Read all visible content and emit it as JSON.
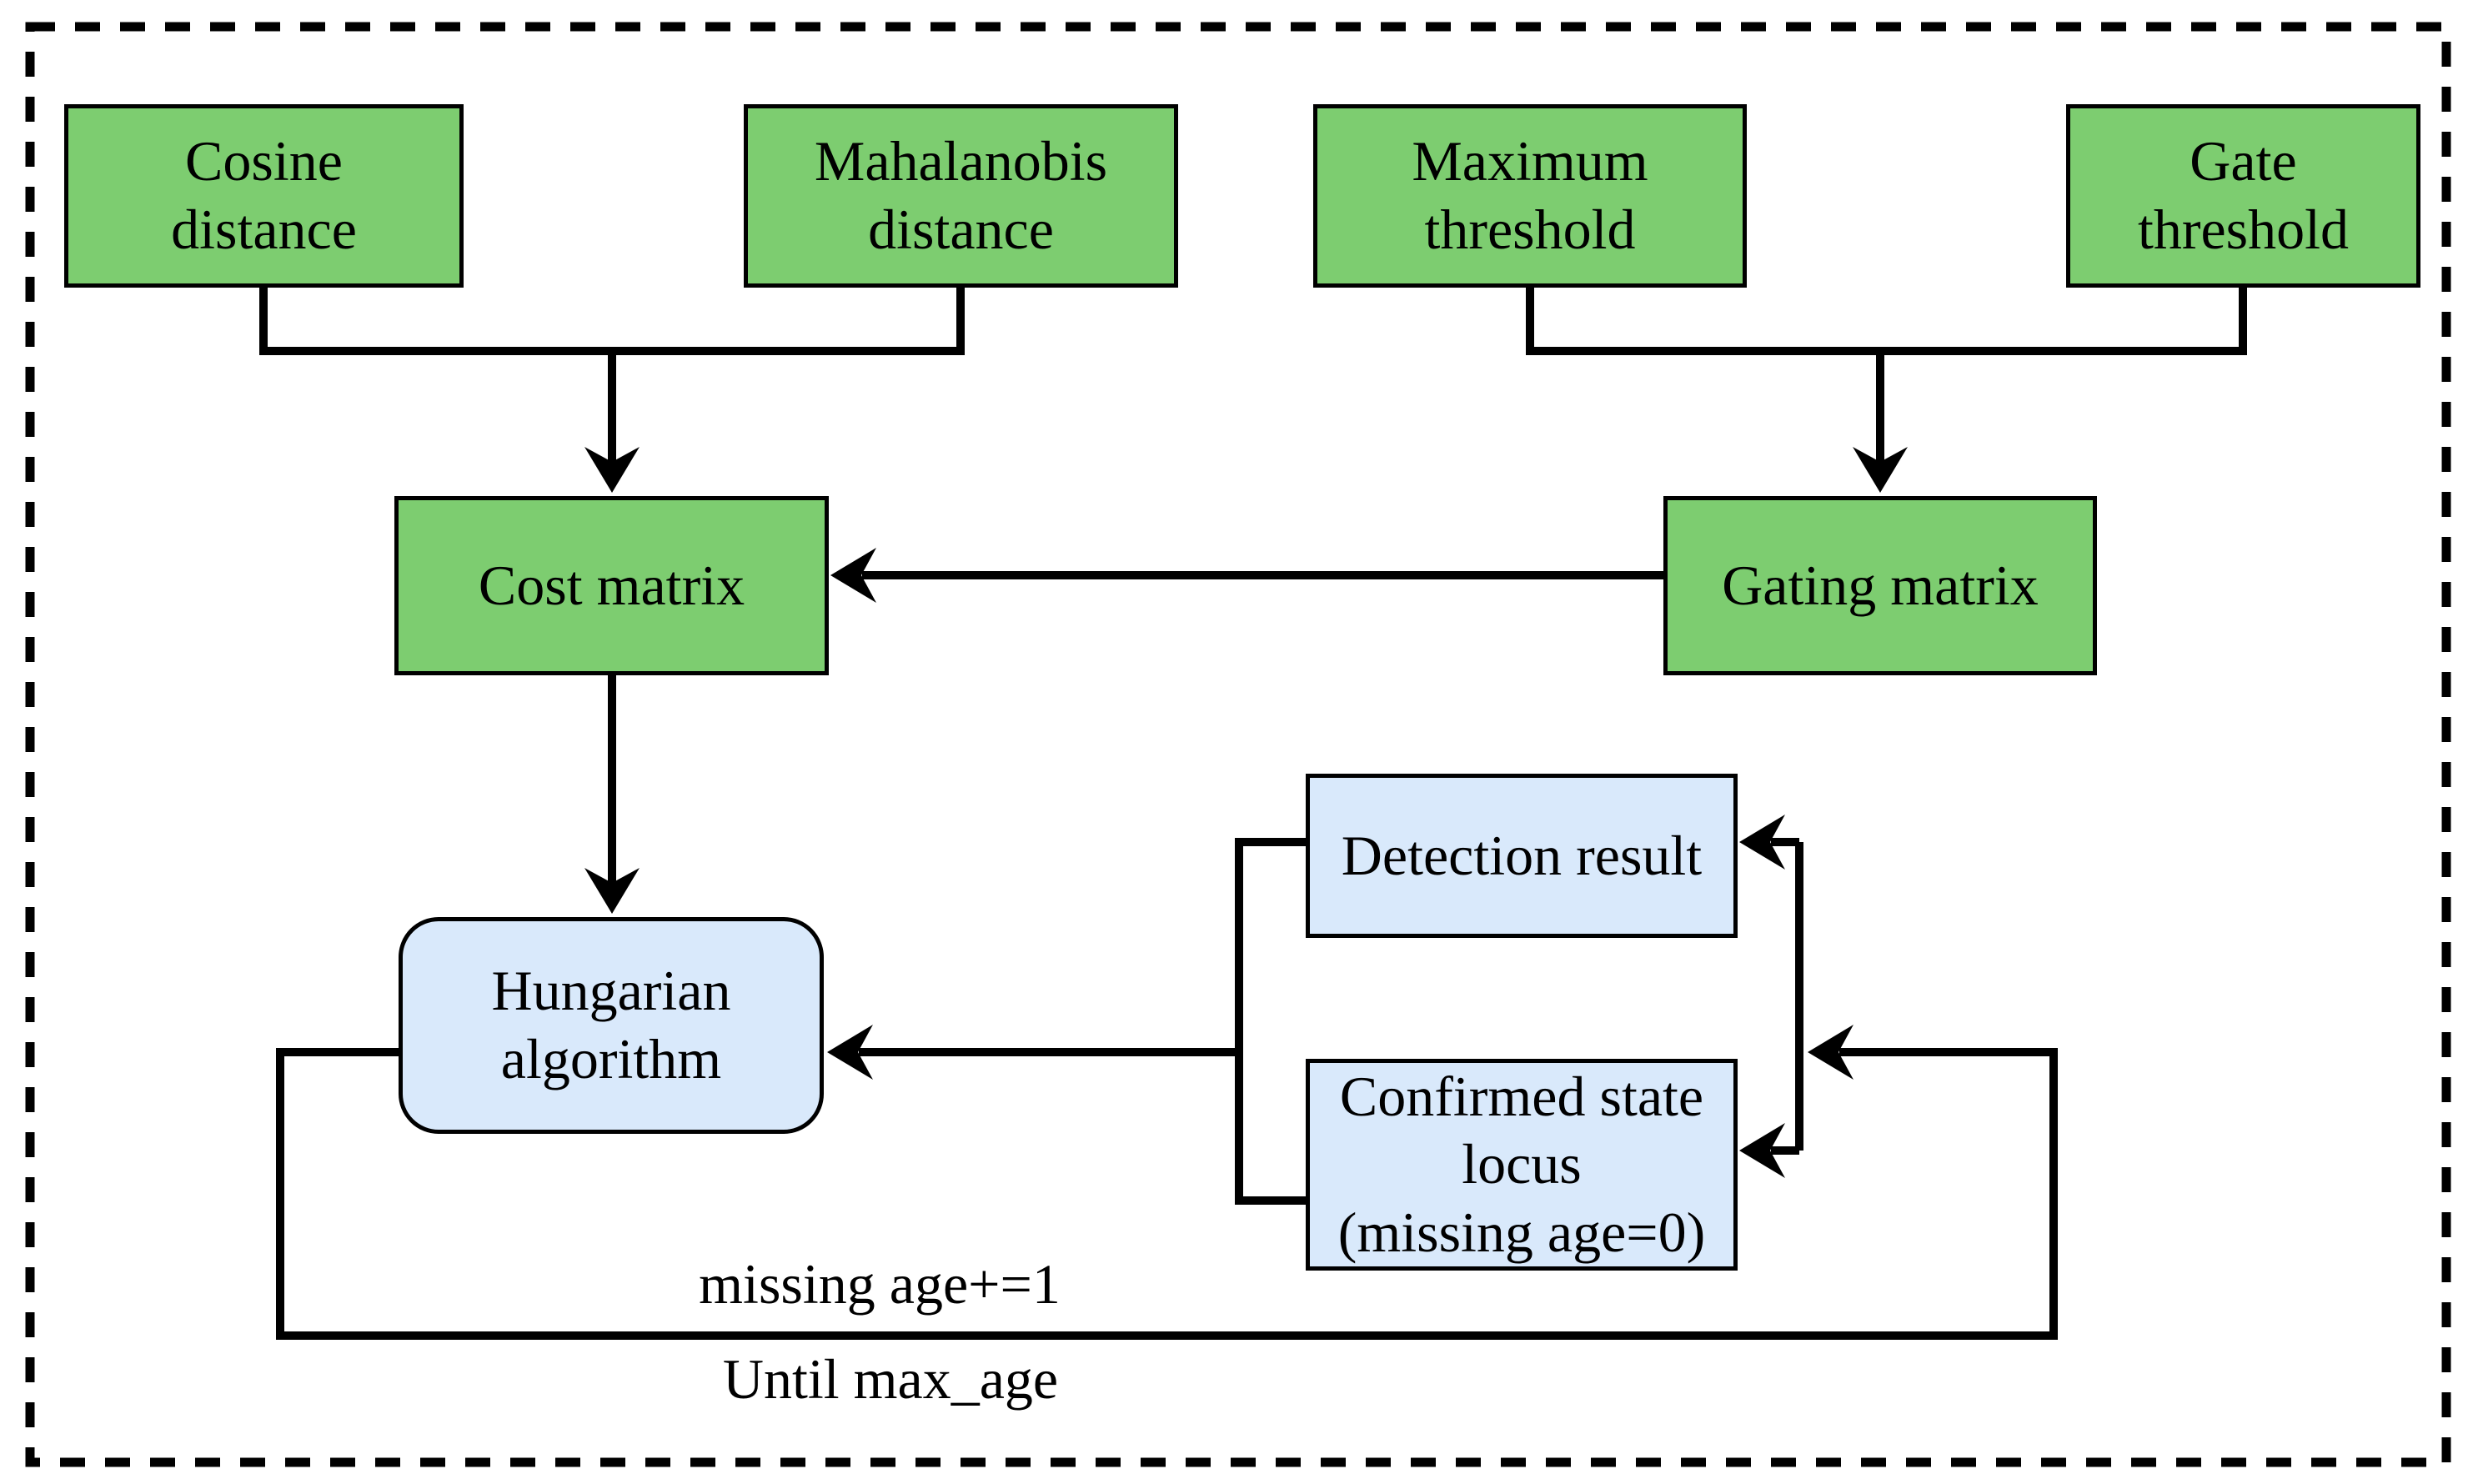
{
  "diagram": {
    "nodes": {
      "cosine_distance": {
        "label": "Cosine\ndistance"
      },
      "mahalanobis_distance": {
        "label": "Mahalanobis\ndistance"
      },
      "maximum_threshold": {
        "label": "Maximum\nthreshold"
      },
      "gate_threshold": {
        "label": "Gate\nthreshold"
      },
      "cost_matrix": {
        "label": "Cost matrix"
      },
      "gating_matrix": {
        "label": "Gating matrix"
      },
      "hungarian_algorithm": {
        "label": "Hungarian\nalgorithm"
      },
      "detection_result": {
        "label": "Detection result"
      },
      "confirmed_state_locus": {
        "label": "Confirmed state\nlocus\n(missing age=0)"
      }
    },
    "loop_labels": {
      "line1": "missing age+=1",
      "line2": "Until max_age"
    },
    "colors": {
      "input_node_fill": "#7dcd70",
      "state_node_fill": "#d9e9fb",
      "stroke": "#000000",
      "background": "#ffffff"
    }
  }
}
